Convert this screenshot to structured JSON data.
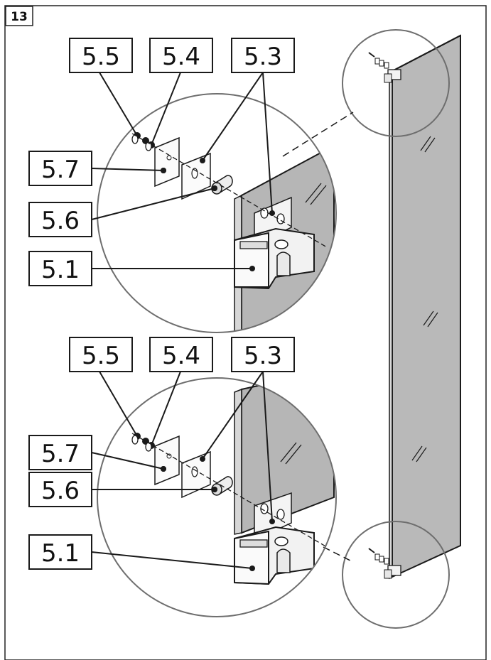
{
  "step_number": "13",
  "top_detail": {
    "labels": [
      "5.5",
      "5.4",
      "5.3",
      "5.7",
      "5.6",
      "5.1"
    ]
  },
  "bottom_detail": {
    "labels": [
      "5.5",
      "5.4",
      "5.3",
      "5.7",
      "5.6",
      "5.1"
    ]
  },
  "colors": {
    "line": "#1a1a1a",
    "glass": "#b8b8b8",
    "glass_dark": "#9e9e9e",
    "circle": "#6e6e6e",
    "hinge": "#f2f2f2"
  }
}
